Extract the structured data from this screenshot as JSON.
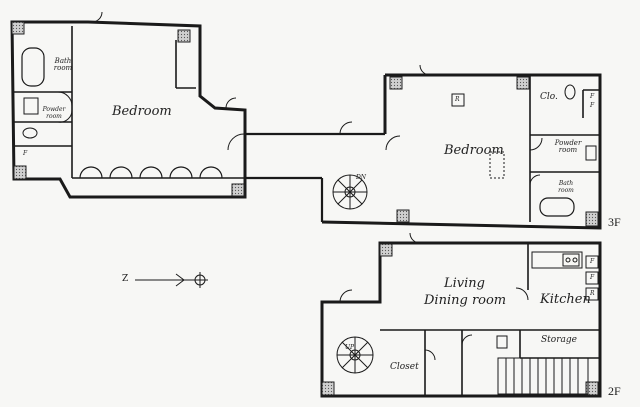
{
  "plan": {
    "floor_labels": {
      "upper": "3F",
      "lower": "2F"
    },
    "compass_letter": "Z",
    "left_wing": {
      "bedroom": "Bedroom",
      "bath_room": "Bath room",
      "powder_room": "Powder room",
      "pantry_tag": "F"
    },
    "right_upper": {
      "bedroom": "Bedroom",
      "closet": "Clo.",
      "powder_room": "Powder room",
      "bath_room": "Bath room",
      "stair_tag": "DN",
      "room_tag": "R",
      "storage_tags": [
        "F",
        "F"
      ]
    },
    "right_lower": {
      "living": "Living",
      "dining": "Dining room",
      "kitchen": "Kitchen",
      "storage": "Storage",
      "closet": "Closet",
      "stair_tag": "UP",
      "tags": [
        "F",
        "F",
        "R"
      ]
    }
  }
}
